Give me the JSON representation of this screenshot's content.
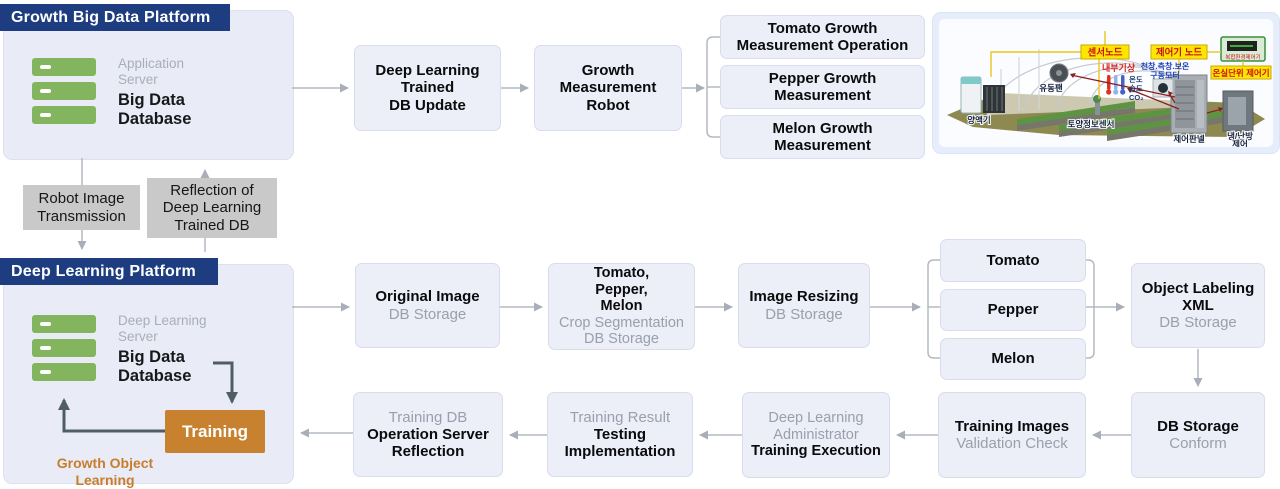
{
  "top_platform": {
    "header": "Growth Big Data Platform",
    "server_label": "Application\nServer",
    "server_title": "Big Data\nDatabase"
  },
  "top_flow": {
    "db_update": "Deep Learning\nTrained\nDB Update",
    "robot": "Growth\nMeasurement\nRobot",
    "tomato_operation": "Tomato Growth\nMeasurement Operation",
    "pepper_measurement": "Pepper Growth\nMeasurement",
    "melon_measurement": "Melon Growth\nMeasurement"
  },
  "middle": {
    "robot_image": "Robot Image\nTransmission",
    "reflection": "Reflection of\nDeep Learning\nTrained DB"
  },
  "deep_platform": {
    "header": "Deep Learning Platform",
    "server_label": "Deep Learning\nServer",
    "server_title": "Big Data\nDatabase",
    "training": "Training",
    "growth_object": "Growth Object\nLearning"
  },
  "row1": {
    "original": {
      "title": "Original Image",
      "sub": "DB Storage"
    },
    "crop": {
      "title": "Tomato,\nPepper,\nMelon",
      "sub": "Crop Segmentation\nDB Storage"
    },
    "resizing": {
      "title": "Image Resizing",
      "sub": "DB Storage"
    },
    "fruits": [
      "Tomato",
      "Pepper",
      "Melon"
    ],
    "labeling": {
      "title": "Object Labeling\nXML",
      "sub": "DB Storage"
    }
  },
  "row2": {
    "conform": {
      "title": "DB Storage",
      "sub": "Conform"
    },
    "validation": {
      "title": "Training Images",
      "sub": "Validation Check"
    },
    "execution": {
      "sub": "Deep Learning\nAdministrator",
      "title": "Training Execution"
    },
    "testing": {
      "sub": "Training Result",
      "title": "Testing\nImplementation"
    },
    "reflection": {
      "sub": "Training DB",
      "title": "Operation Server\nReflection"
    }
  },
  "greenhouse": {
    "labels": {
      "sensor_node": "센서노드",
      "controller_node": "제어기 노드",
      "unit_controller": "온실단위 제어기",
      "device": "복합환경제어기",
      "indoor_weather": "내부기상",
      "motor1": "천창.측창.보온",
      "motor2": "구동모터",
      "temp": "온도",
      "humidity": "습도",
      "co2": "CO₂",
      "fan": "유동팬",
      "nutrient": "양액기",
      "soil_sensor": "토양정보센서",
      "control_panel": "제어판넬",
      "hvac1": "냉/난방",
      "hvac2": "제어"
    }
  },
  "colors": {
    "navy": "#1e3d80",
    "box_fill": "#eceef8",
    "platform_fill": "#e9ecf6",
    "gray_label": "#c9c9c9",
    "arrow_gray": "#a9aeb9",
    "arrow_dark": "#4e5d66",
    "training_orange": "#c8822f",
    "orange_text": "#c87d2b",
    "server_green": "#83b55e",
    "sub_text": "#9aa0ab",
    "label_yellow": "#ffe600",
    "label_red": "#cc1111"
  }
}
